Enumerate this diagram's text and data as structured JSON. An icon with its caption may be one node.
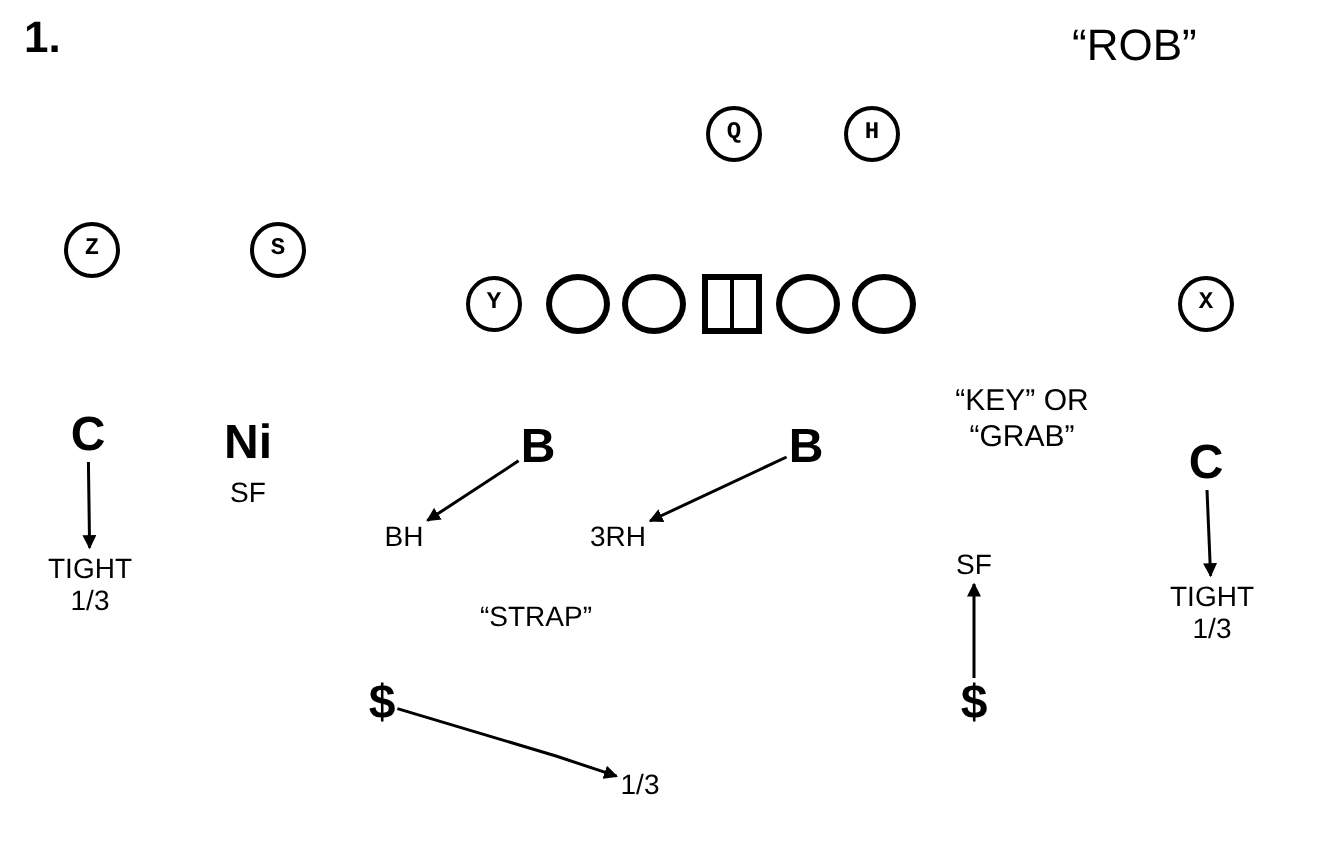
{
  "diagram": {
    "title": "1.",
    "nodes": [
      {
        "text": [
          "Q"
        ]
      },
      {
        "text": [
          "H"
        ]
      },
      {
        "text": [
          "Z"
        ]
      },
      {
        "text": [
          "S"
        ]
      },
      {
        "text": [
          "Y"
        ]
      },
      {
        "text": [],
        "shape": "circle"
      },
      {
        "text": [],
        "shape": "circle"
      },
      {
        "text": [],
        "shape": "box"
      },
      {
        "text": [],
        "shape": "circle"
      },
      {
        "text": [],
        "shape": "circle"
      },
      {
        "text": [
          "X"
        ]
      },
      {
        "text": [
          "C"
        ]
      },
      {
        "text": [
          "TIGHT 1/3"
        ]
      },
      {
        "text": [
          "Ni"
        ],
        "beside": [
          "SF"
        ]
      },
      {
        "text": [
          "B"
        ]
      },
      {
        "text": [
          "BH"
        ]
      },
      {
        "text": [
          "B"
        ]
      },
      {
        "text": [
          "3RH"
        ]
      },
      {
        "text": [
          "$"
        ]
      },
      {
        "text": [
          "1/3"
        ]
      },
      {
        "text": [
          "SF"
        ]
      },
      {
        "text": [
          "$"
        ]
      },
      {
        "text": [
          "C"
        ]
      },
      {
        "text": [
          "TIGHT 1/3"
        ]
      }
    ],
    "edges": [
      {
        "from": 11,
        "to": 12,
        "arrow": "to"
      },
      {
        "from": 14,
        "to": 15,
        "arrow": "to"
      },
      {
        "from": 16,
        "to": 17,
        "arrow": "to"
      },
      {
        "from": 18,
        "to": 19,
        "arrow": "to"
      },
      {
        "from": 21,
        "to": 20,
        "arrow": "to"
      },
      {
        "from": 22,
        "to": 23,
        "arrow": "to"
      }
    ],
    "labels": [
      "“ROB”",
      "“KEY” OR “GRAB”",
      "“STRAP”"
    ]
  }
}
